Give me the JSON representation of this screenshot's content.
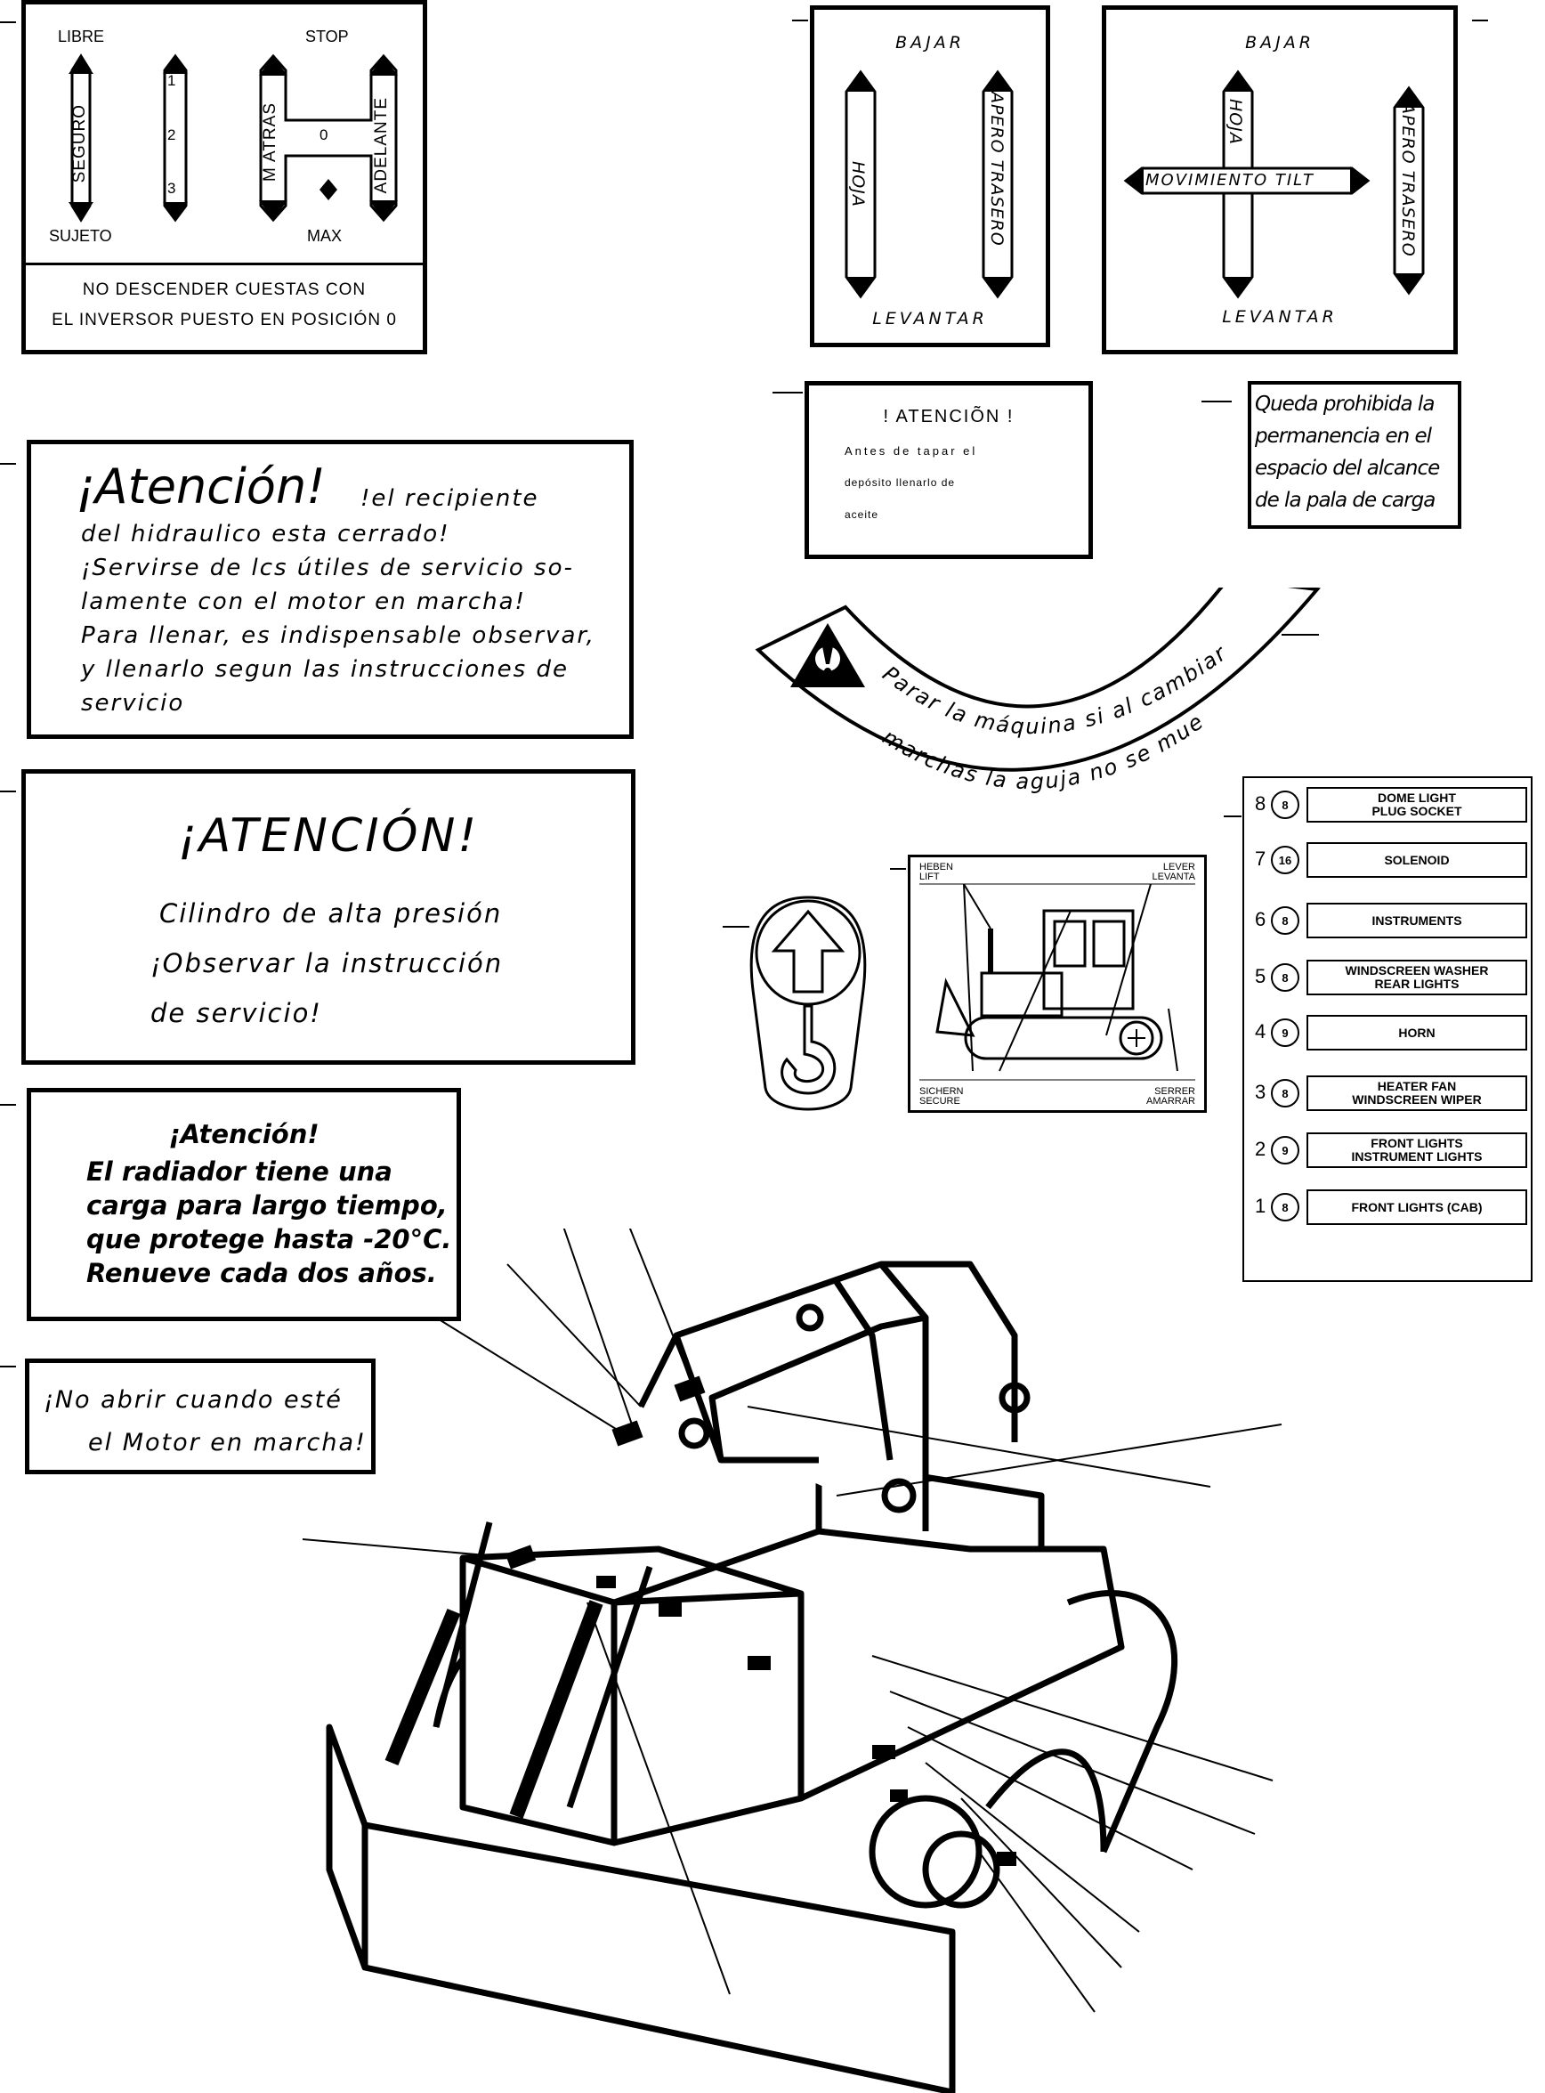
{
  "gear_label": {
    "libre": "LIBRE",
    "stop": "STOP",
    "seguro": "SEGURO",
    "g1": "1",
    "g2": "2",
    "g3": "3",
    "matras": "M ATRAS",
    "zero": "0",
    "adelante": "ADELANTE",
    "sujeto": "SUJETO",
    "max": "MAX",
    "warning_l1": "NO DESCENDER CUESTAS CON",
    "warning_l2": "EL INVERSOR PUESTO EN POSICIÓN 0"
  },
  "lever_label_1": {
    "top": "BAJAR",
    "left": "HOJA",
    "right": "APERO TRASERO",
    "bottom": "LEVANTAR"
  },
  "lever_label_2": {
    "top": "BAJAR",
    "left": "HOJA",
    "middle": "MOVIMIENTO TILT",
    "right": "APERO TRASERO",
    "bottom": "LEVANTAR"
  },
  "attention_small": {
    "title": "! ATENCIÕN !",
    "l1": "Antes de tapar el",
    "l2": "depósito llenarlo de",
    "l3": "aceite"
  },
  "prohibited": {
    "l1": "Queda prohibida la",
    "l2": "permanencia en el",
    "l3": "espacio del alcance",
    "l4": "de la pala de carga"
  },
  "hydraulic": {
    "title": "¡Atención!",
    "t1": "!el recipiente",
    "l1": "del hidraulico esta cerrado!",
    "l2": "¡Servirse de lcs útiles de servicio so-",
    "l3": "lamente con el motor en marcha!",
    "l4": "Para llenar, es indispensable observar,",
    "l5": "y llenarlo segun las instrucciones de",
    "l6": "servicio"
  },
  "arc": {
    "l1": "Parar la máquina si al cambiar",
    "l2": "marchas la aguja no se mueva."
  },
  "cylinder": {
    "title": "¡ATENCIÓN!",
    "l1": "Cilindro de alta presión",
    "l2": "¡Observar la instrucción",
    "l3": "de servicio!"
  },
  "lift": {
    "tl1": "HEBEN",
    "tl2": "LIFT",
    "tr1": "LEVER",
    "tr2": "LEVANTA",
    "bl1": "SICHERN",
    "bl2": "SECURE",
    "br1": "SERRER",
    "br2": "AMARRAR"
  },
  "fuses": [
    {
      "num": "8",
      "amp": "8",
      "l1": "DOME LIGHT",
      "l2": "PLUG SOCKET"
    },
    {
      "num": "7",
      "amp": "16",
      "l1": "SOLENOID",
      "l2": ""
    },
    {
      "num": "6",
      "amp": "8",
      "l1": "INSTRUMENTS",
      "l2": ""
    },
    {
      "num": "5",
      "amp": "8",
      "l1": "WINDSCREEN WASHER",
      "l2": "REAR LIGHTS"
    },
    {
      "num": "4",
      "amp": "9",
      "l1": "HORN",
      "l2": ""
    },
    {
      "num": "3",
      "amp": "8",
      "l1": "HEATER FAN",
      "l2": "WINDSCREEN WIPER"
    },
    {
      "num": "2",
      "amp": "9",
      "l1": "FRONT LIGHTS",
      "l2": "INSTRUMENT LIGHTS"
    },
    {
      "num": "1",
      "amp": "8",
      "l1": "FRONT LIGHTS (CAB)",
      "l2": ""
    }
  ],
  "radiator": {
    "title": "¡Atención!",
    "l1": "El radiador tiene una",
    "l2": "carga para largo tiempo,",
    "l3": "que protege hasta -20°C.",
    "l4": "Renueve cada dos años."
  },
  "no_open": {
    "l1": "¡No abrir cuando esté",
    "l2": "el Motor en marcha!"
  }
}
